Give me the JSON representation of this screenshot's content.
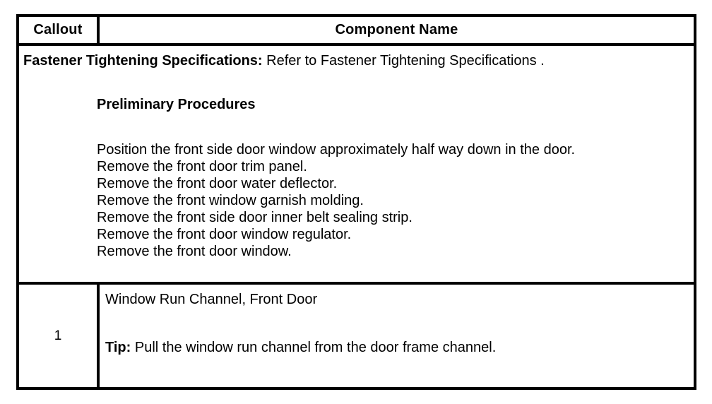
{
  "table": {
    "header": {
      "callout_label": "Callout",
      "component_label": "Component Name"
    },
    "merged_row": {
      "fastener_lead": "Fastener Tightening Specifications:",
      "fastener_text": " Refer to Fastener Tightening Specifications .",
      "preliminary_heading": "Preliminary Procedures",
      "procedures": [
        "Position the front side door window approximately half way down in the door.",
        "Remove the front door trim panel.",
        "Remove the front door water deflector.",
        "Remove the front window garnish molding.",
        "Remove the front side door inner belt sealing strip.",
        "Remove the front door window regulator.",
        "Remove the front door window."
      ]
    },
    "item_row": {
      "callout_number": "1",
      "component_name": "Window Run Channel, Front Door",
      "tip_lead": "Tip:",
      "tip_text": " Pull the window run channel from the door frame channel."
    }
  },
  "colors": {
    "border": "#000000",
    "text": "#000000",
    "background": "#ffffff"
  }
}
